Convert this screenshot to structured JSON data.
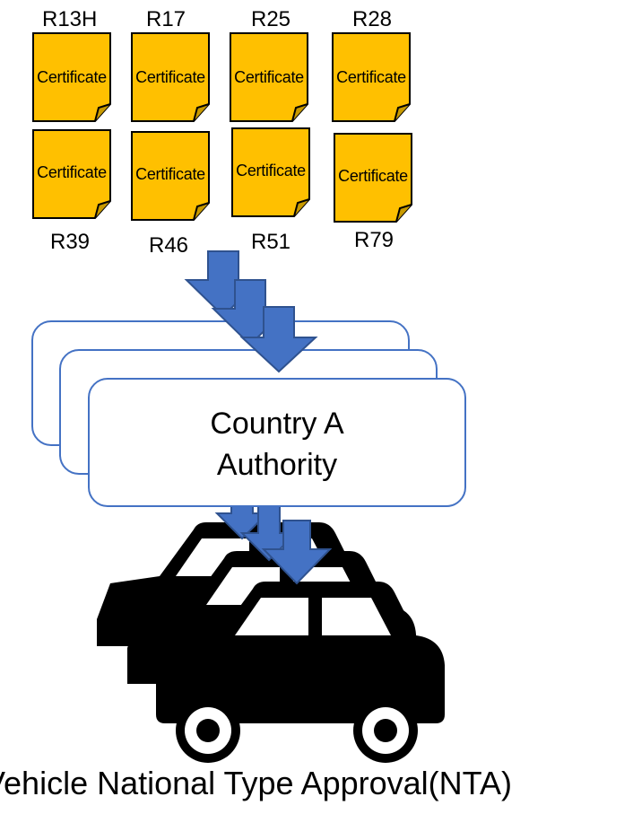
{
  "certificates": {
    "top_codes": [
      "R13H",
      "R17",
      "R25",
      "R28"
    ],
    "bottom_codes": [
      "R39",
      "R46",
      "R51",
      "R79"
    ],
    "card_text": "Certificate",
    "card_color": "#ffc000"
  },
  "authority": {
    "line1": "Country A",
    "line2": "Authority",
    "border_color": "#4472c4"
  },
  "arrow_color": "#4472c4",
  "caption": "Vehicle National Type Approval(NTA)"
}
